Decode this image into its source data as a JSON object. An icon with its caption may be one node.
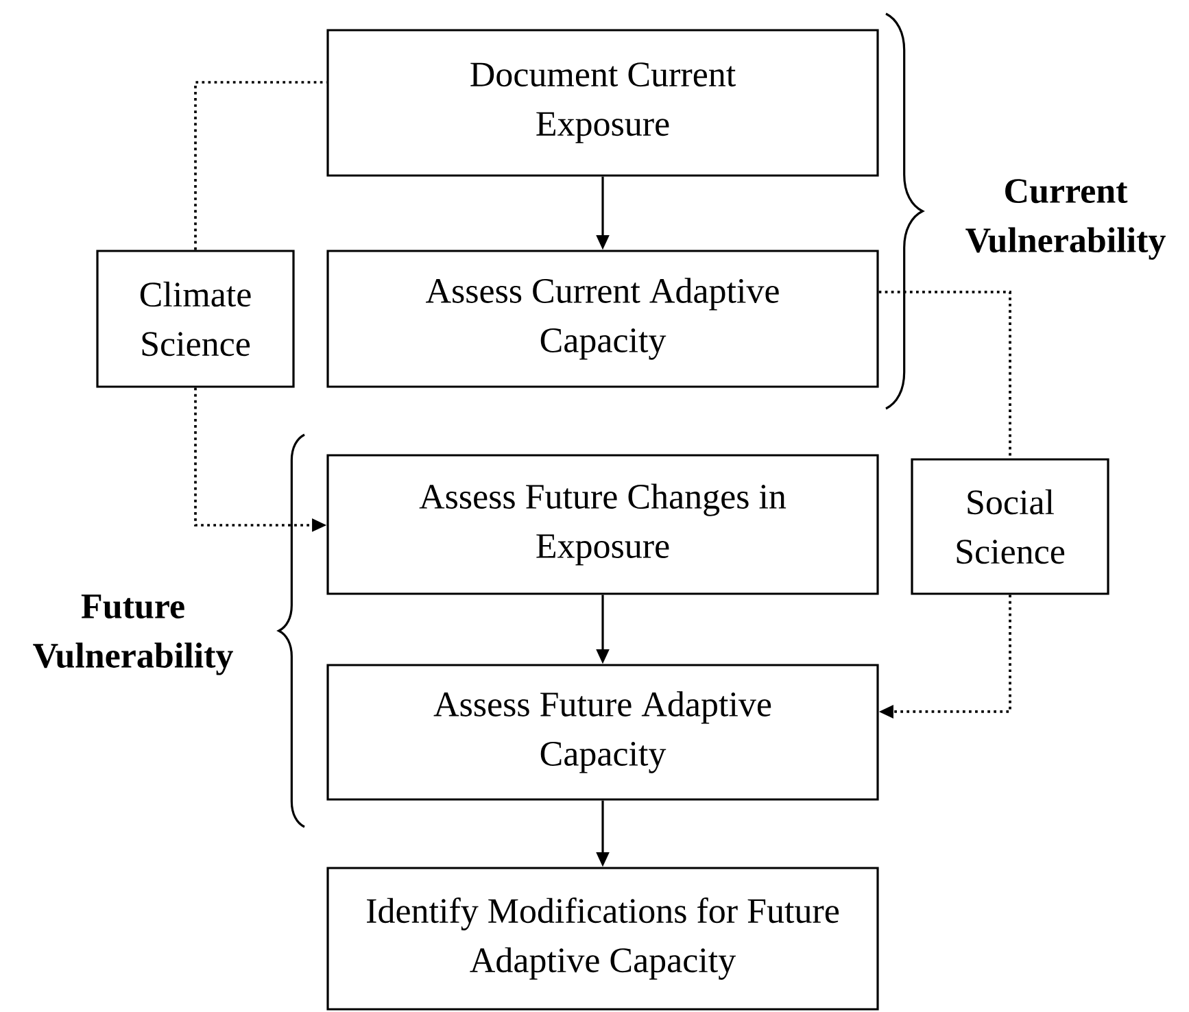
{
  "diagram": {
    "nodes": [
      {
        "text": [
          "Document Current Exposure"
        ]
      },
      {
        "text": [
          "Climate Science"
        ]
      },
      {
        "text": [
          "Assess Current Adaptive Capacity"
        ]
      },
      {
        "text": [
          "Assess Future Changes in Exposure"
        ]
      },
      {
        "text": [
          "Social Science"
        ]
      },
      {
        "text": [
          "Assess Future Adaptive Capacity"
        ]
      },
      {
        "text": [
          "Identify Modifications for Future Adaptive Capacity"
        ]
      }
    ],
    "edges": [
      {
        "from": 0,
        "to": 2,
        "arrow": "to"
      },
      {
        "from": 1,
        "to": 0,
        "arrow": "none",
        "style": "dashed"
      },
      {
        "from": 1,
        "to": 3,
        "arrow": "to",
        "style": "dashed"
      },
      {
        "from": 2,
        "to": 4,
        "arrow": "none",
        "style": "dashed"
      },
      {
        "from": 4,
        "to": 5,
        "arrow": "to",
        "style": "dashed"
      },
      {
        "from": 3,
        "to": 5,
        "arrow": "to"
      },
      {
        "from": 5,
        "to": 6,
        "arrow": "to"
      }
    ],
    "labels": [
      "Current Vulnerability",
      "Future Vulnerability"
    ]
  }
}
